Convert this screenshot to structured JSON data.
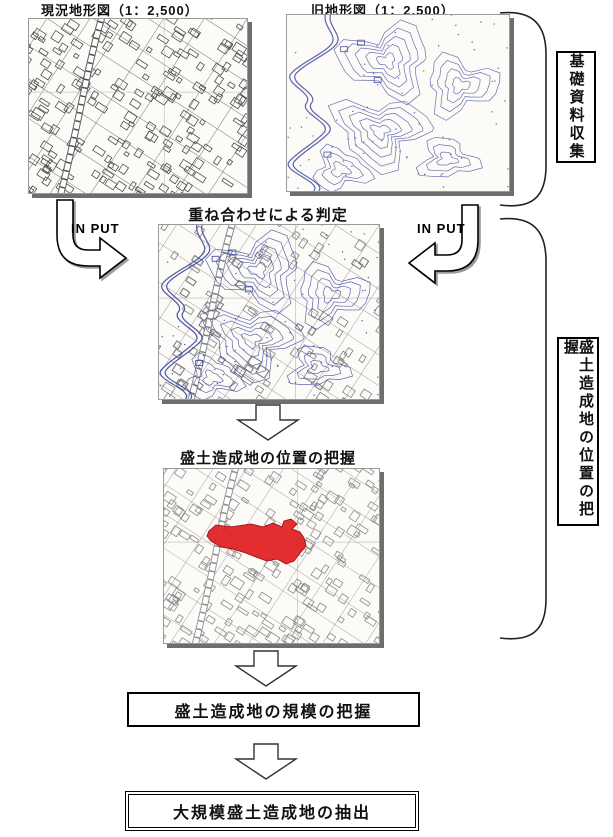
{
  "diagram": {
    "map_current": {
      "title": "現況地形図（1：2,500）"
    },
    "map_old": {
      "title": "旧地形図（1：2,500）"
    },
    "map_overlay": {
      "title": "重ね合わせによる判定"
    },
    "map_location": {
      "title": "盛土造成地の位置の把握"
    },
    "input_left": "IN PUT",
    "input_right": "IN PUT",
    "stage_labels": {
      "collect": "基礎資料収集",
      "locate": "盛土造成地の位置の把握"
    },
    "boxes": {
      "scale": "盛土造成地の規模の把握",
      "extract": "大規模盛土造成地の抽出"
    },
    "colors": {
      "contour_blue": "#5a63ab",
      "overlay_blue": "#4d57a5",
      "street_dark": "#4f4f4f",
      "street_mid": "#808080",
      "street_light": "#8c8c8c",
      "highlight_red": "#e32528",
      "highlight_red_edge": "#a50d12",
      "shadow_gray": "#6e6e6e"
    }
  }
}
